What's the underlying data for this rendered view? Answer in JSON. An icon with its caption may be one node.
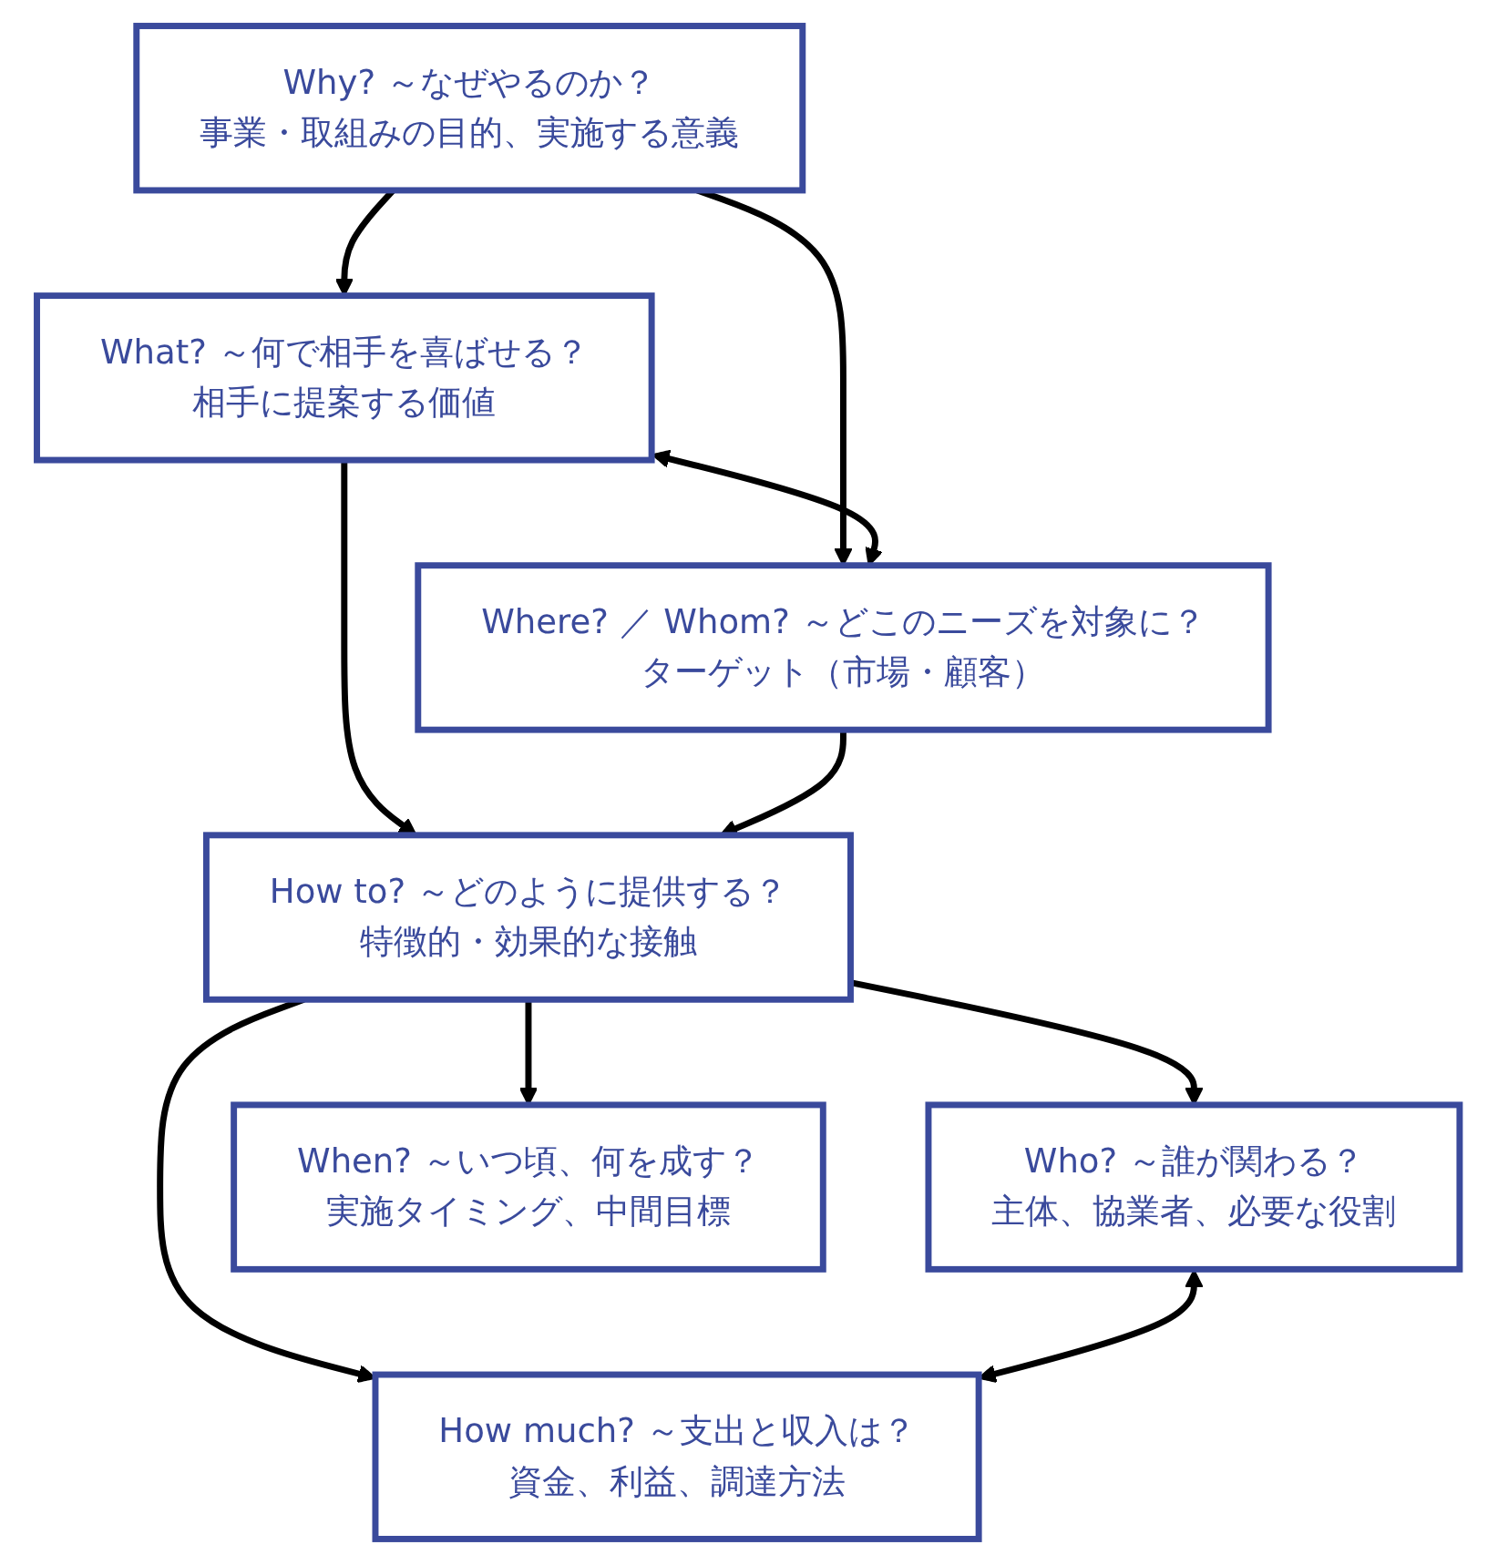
{
  "diagram": {
    "nodes": [
      {
        "text": [
          "Why? ～なぜやるのか？",
          "事業・取組みの目的、実施する意義"
        ]
      },
      {
        "text": [
          "What? ～何で相手を喜ばせる？",
          "相手に提案する価値"
        ]
      },
      {
        "text": [
          "Where? ／ Whom? ～どこのニーズを対象に？",
          "ターゲット（市場・顧客）"
        ]
      },
      {
        "text": [
          "How to? ～どのように提供する？",
          "特徴的・効果的な接触"
        ]
      },
      {
        "text": [
          "Who? ～誰が関わる？",
          "主体、協業者、必要な役割"
        ]
      },
      {
        "text": [
          "When? ～いつ頃、何を成す？",
          "実施タイミング、中間目標"
        ]
      },
      {
        "text": [
          "How much? ～支出と収入は？",
          "資金、利益、調達方法"
        ]
      }
    ],
    "edges": [
      {
        "from": 0,
        "to": 1,
        "arrow": "to"
      },
      {
        "from": 0,
        "to": 2,
        "arrow": "to"
      },
      {
        "from": 1,
        "to": 2,
        "arrow": "both"
      },
      {
        "from": 1,
        "to": 3,
        "arrow": "to"
      },
      {
        "from": 2,
        "to": 3,
        "arrow": "to"
      },
      {
        "from": 3,
        "to": 4,
        "arrow": "to"
      },
      {
        "from": 3,
        "to": 5,
        "arrow": "to"
      },
      {
        "from": 3,
        "to": 6,
        "arrow": "to"
      },
      {
        "from": 4,
        "to": 6,
        "arrow": "both"
      }
    ]
  }
}
